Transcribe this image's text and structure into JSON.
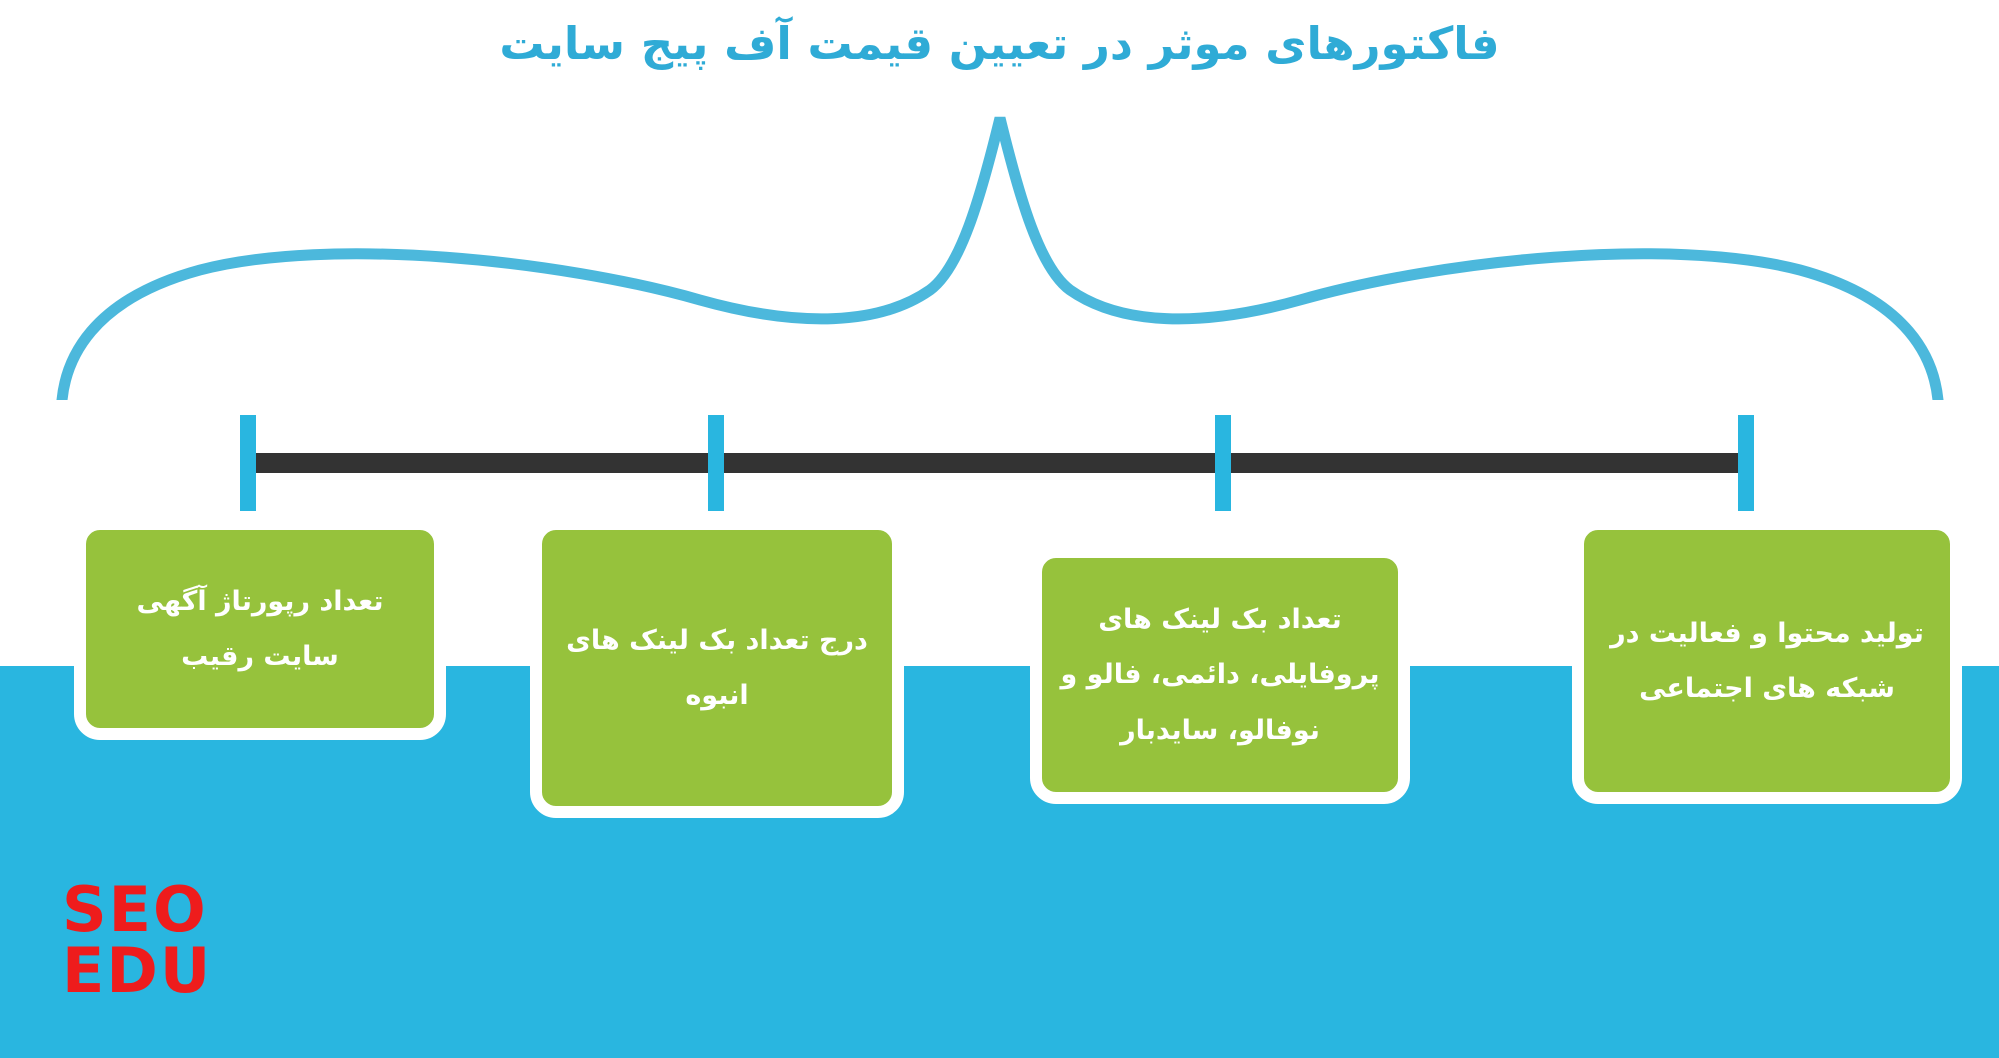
{
  "page": {
    "title": "فاکتورهای موثر در تعیین قیمت آف پیج سایت",
    "direction": "rtl",
    "language": "fa"
  },
  "colors": {
    "accent_cyan": "#29b6e0",
    "title_cyan": "#2fabd6",
    "card_green": "#96c23c",
    "timeline_dark": "#333333",
    "logo_red": "#ee1c1c",
    "card_border_white": "#ffffff",
    "background_top": "#ffffff",
    "background_bottom": "#29b6e0"
  },
  "timeline": {
    "ticks": [
      {
        "id": "tick-1",
        "label": ""
      },
      {
        "id": "tick-2",
        "label": ""
      },
      {
        "id": "tick-3",
        "label": ""
      },
      {
        "id": "tick-4",
        "label": ""
      }
    ]
  },
  "cards": [
    {
      "id": "card-1",
      "lines": [
        "تعداد رپورتاژ آگهی",
        "سایت رقیب"
      ],
      "text": "تعداد رپورتاژ آگهی سایت رقیب"
    },
    {
      "id": "card-2",
      "lines": [
        "درج تعداد بک لینک",
        "های انبوه"
      ],
      "text": "درج تعداد بک لینک های انبوه"
    },
    {
      "id": "card-3",
      "lines": [
        "تعداد بک لینک های",
        "پروفایلی، دائمی، فالو و",
        "نوفالو، سایدبار"
      ],
      "text": "تعداد بک لینک های پروفایلی، دائمی، فالو و نوفالو، سایدبار"
    },
    {
      "id": "card-4",
      "lines": [
        "تولید محتوا و فعالیت در",
        "شبکه های اجتماعی"
      ],
      "text": "تولید محتوا و فعالیت در شبکه های اجتماعی"
    }
  ],
  "logo": {
    "line1": "SEO",
    "line2": "EDU"
  }
}
